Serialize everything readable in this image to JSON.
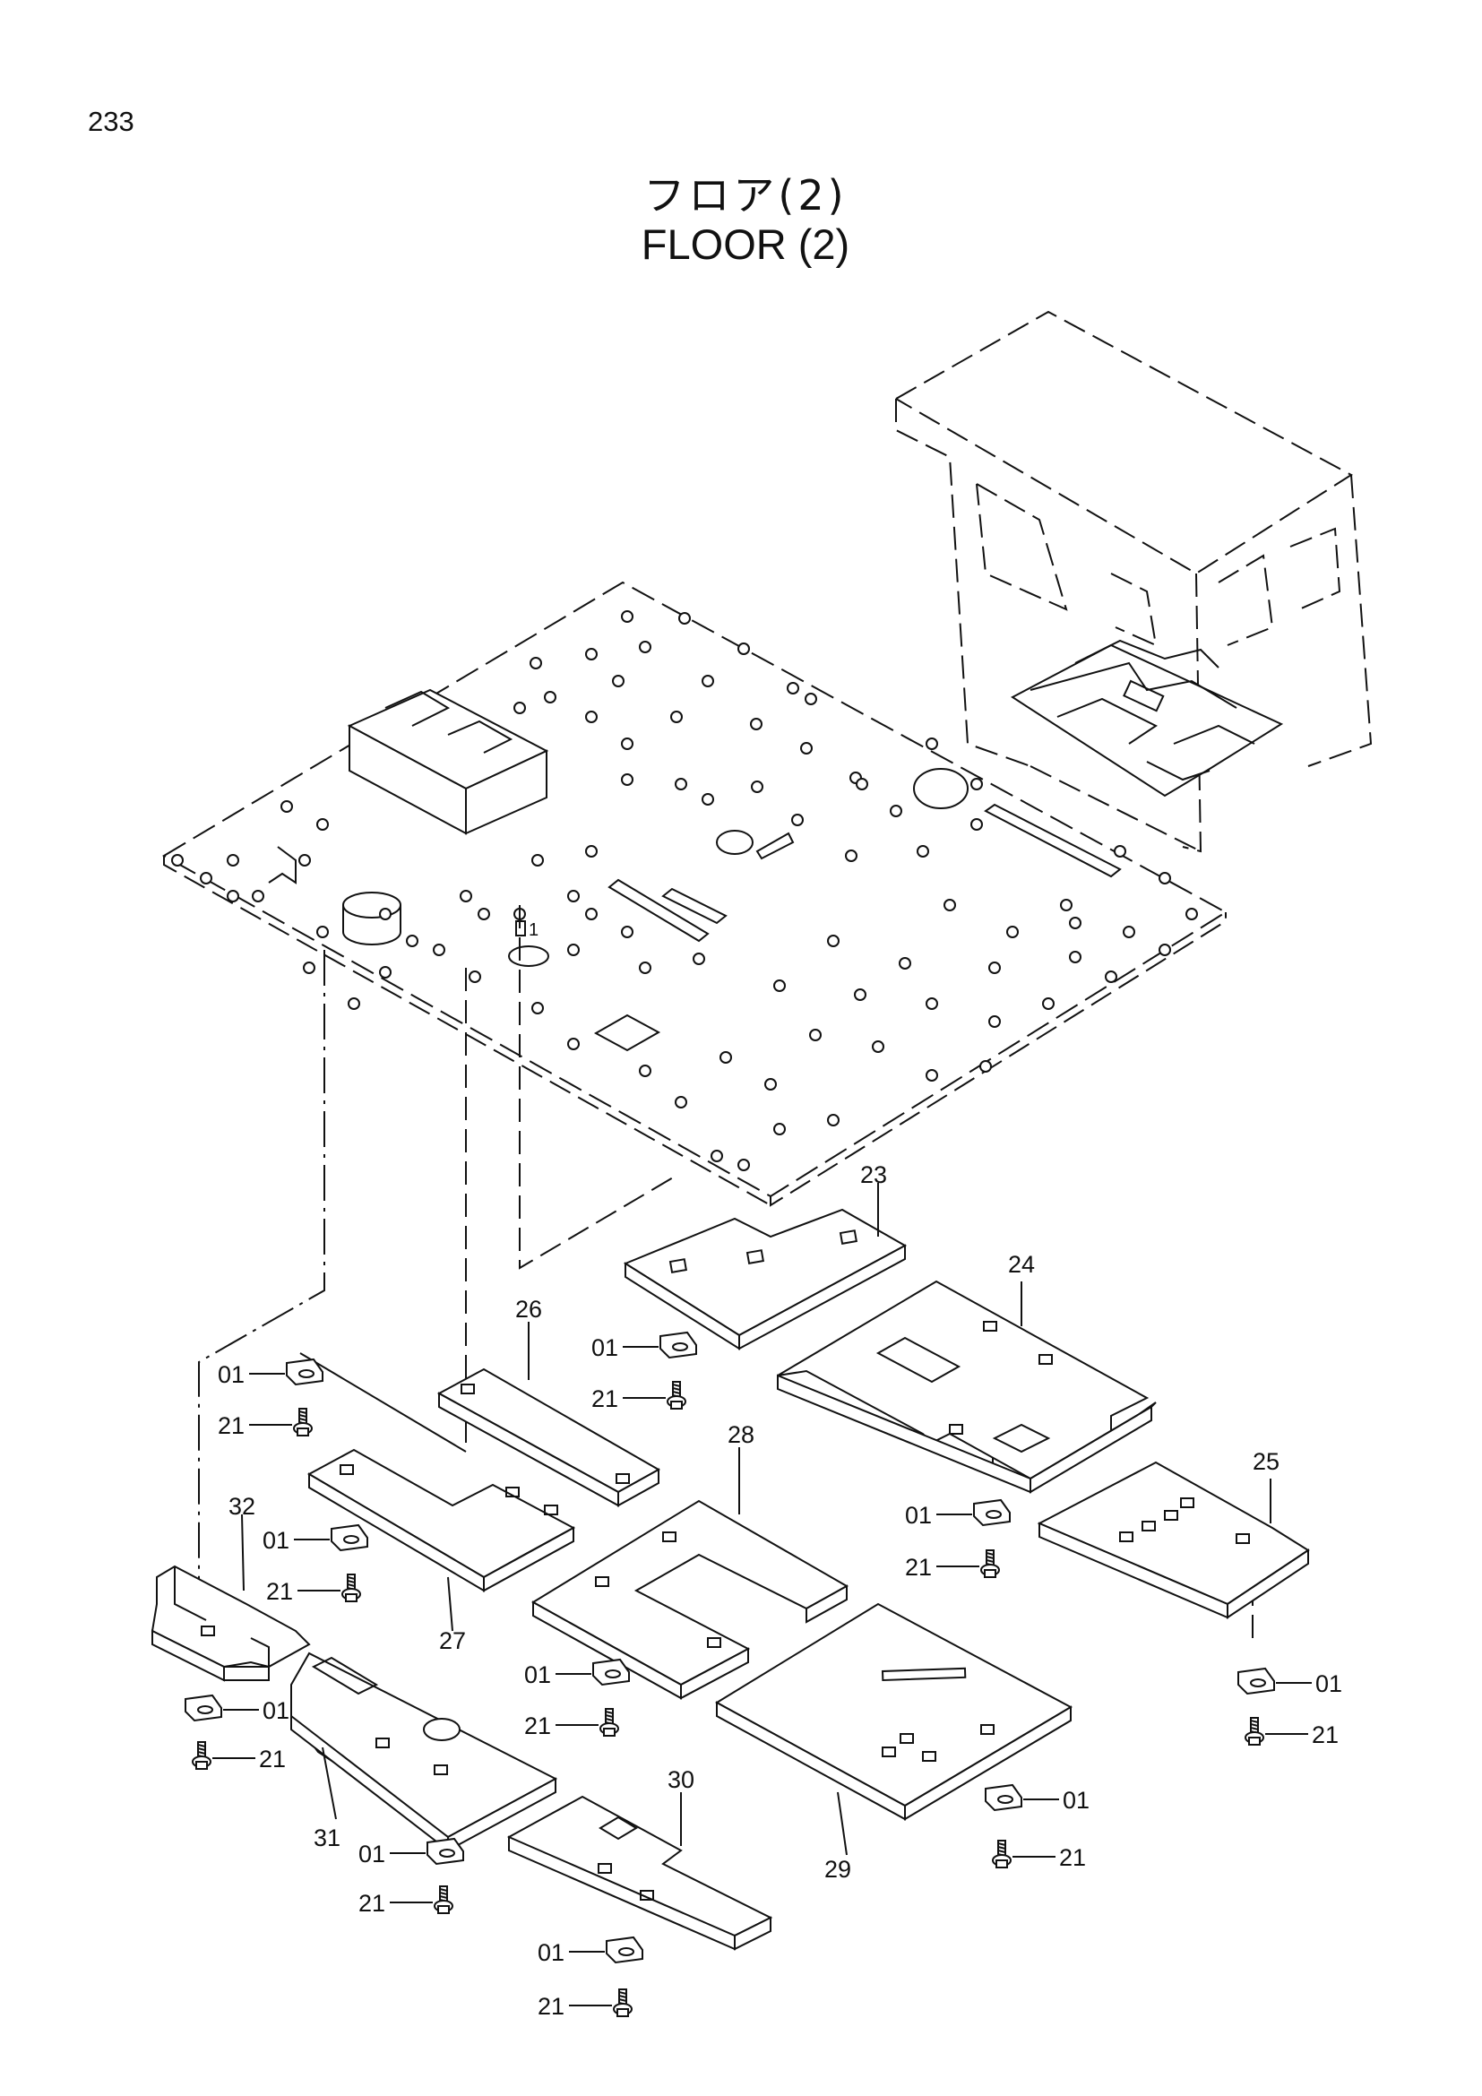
{
  "page": {
    "number": "233",
    "title_jp": "フロア(2)",
    "title_en": "FLOOR (2)"
  },
  "parts": [
    {
      "id": "p23",
      "ref": "23"
    },
    {
      "id": "p24",
      "ref": "24"
    },
    {
      "id": "p25",
      "ref": "25"
    },
    {
      "id": "p26",
      "ref": "26"
    },
    {
      "id": "p27",
      "ref": "27"
    },
    {
      "id": "p28",
      "ref": "28"
    },
    {
      "id": "p29",
      "ref": "29"
    },
    {
      "id": "p30",
      "ref": "30"
    },
    {
      "id": "p31",
      "ref": "31"
    },
    {
      "id": "p32",
      "ref": "32"
    }
  ],
  "fasteners": {
    "mount_ref": "01",
    "bolt_ref": "21"
  },
  "floor_marker": "1"
}
